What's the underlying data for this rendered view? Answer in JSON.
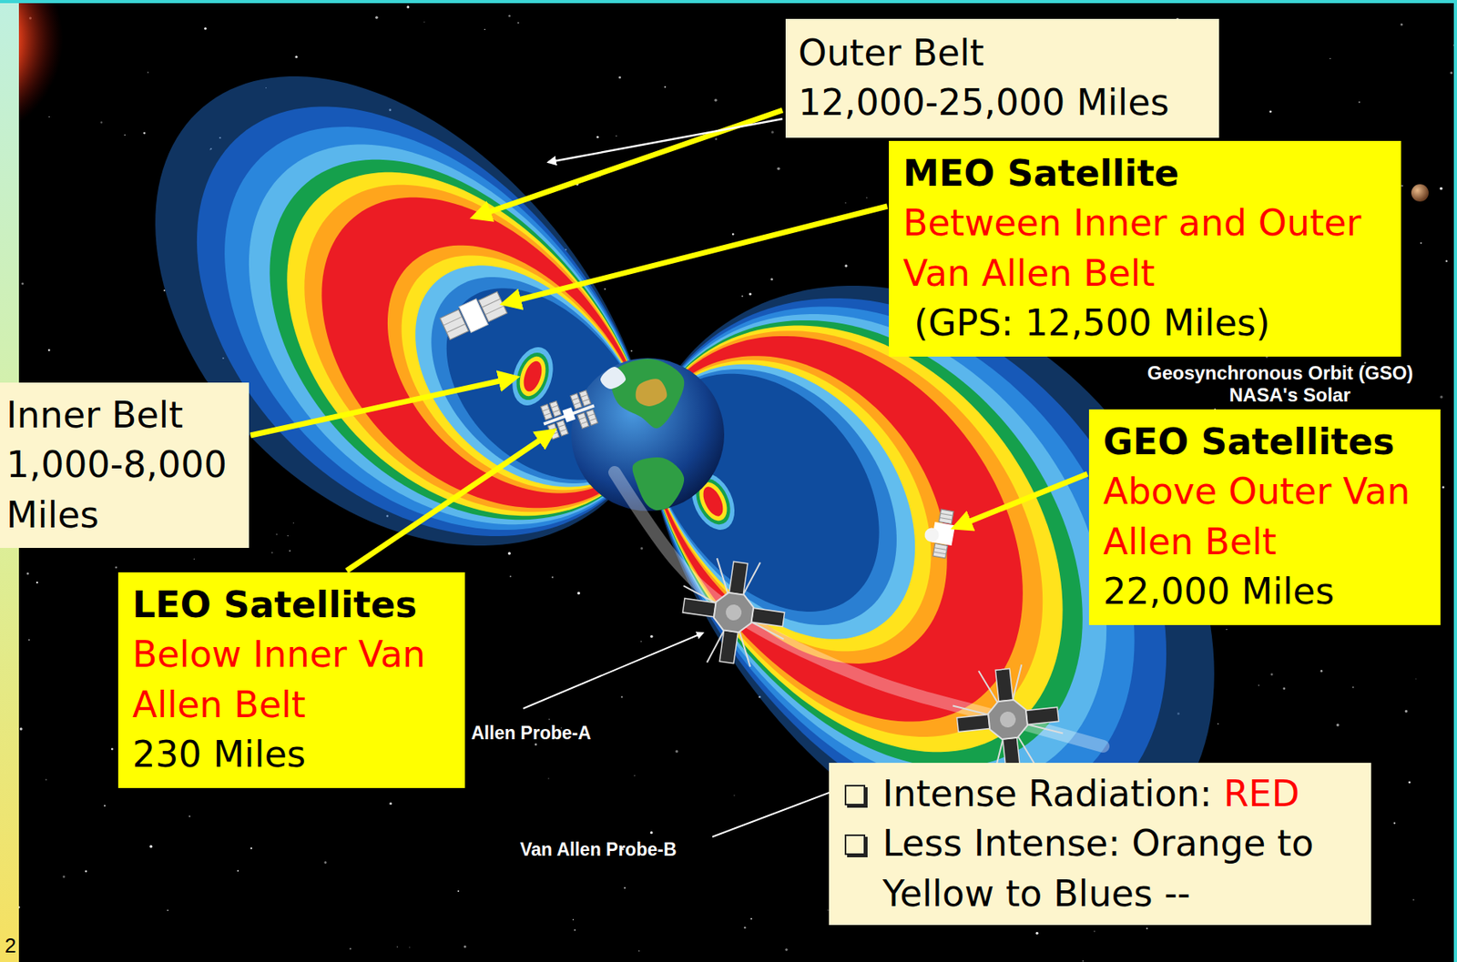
{
  "diagram": {
    "nodes": [
      {
        "text": [
          "Outer Belt",
          "12,000-25,000 Miles"
        ]
      },
      {
        "text": [
          "MEO Satellite",
          "Between Inner and Outer Van Allen Belt",
          "(GPS: 12,500 Miles)"
        ]
      },
      {
        "text": [
          "Inner Belt",
          "1,000-8,000 Miles"
        ]
      },
      {
        "text": [
          "GEO Satellites",
          "Above Outer Van Allen Belt",
          "22,000 Miles"
        ]
      },
      {
        "text": [
          "LEO Satellites",
          "Below Inner Van Allen Belt",
          "230 Miles"
        ]
      },
      {
        "text": [
          "Intense Radiation: RED",
          "Less Intense: Orange to Yellow to Blues --"
        ]
      }
    ],
    "labels": [
      "Geosynchronous Orbit (GSO)",
      "NASA's Solar",
      "Allen Probe-A",
      "Van Allen Probe-B",
      "2"
    ]
  }
}
